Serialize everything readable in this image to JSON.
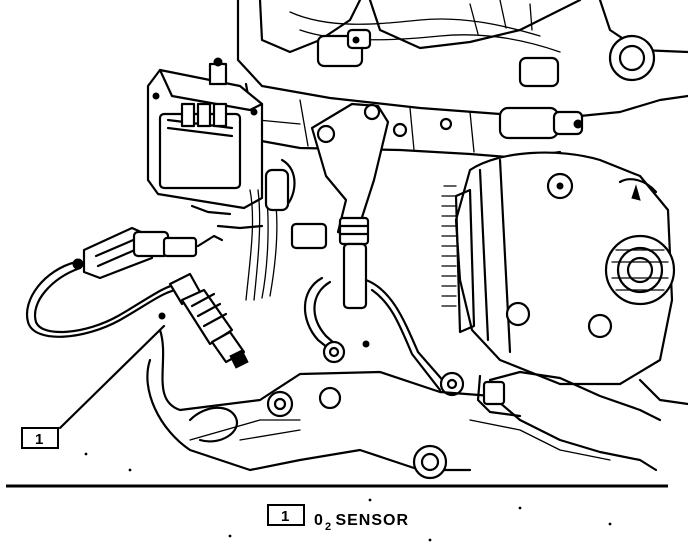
{
  "diagram": {
    "callouts": [
      {
        "number": "1"
      }
    ]
  },
  "legend": {
    "number": "1",
    "label_prefix": "0",
    "label_subscript": "2",
    "label_suffix": " SENSOR"
  }
}
